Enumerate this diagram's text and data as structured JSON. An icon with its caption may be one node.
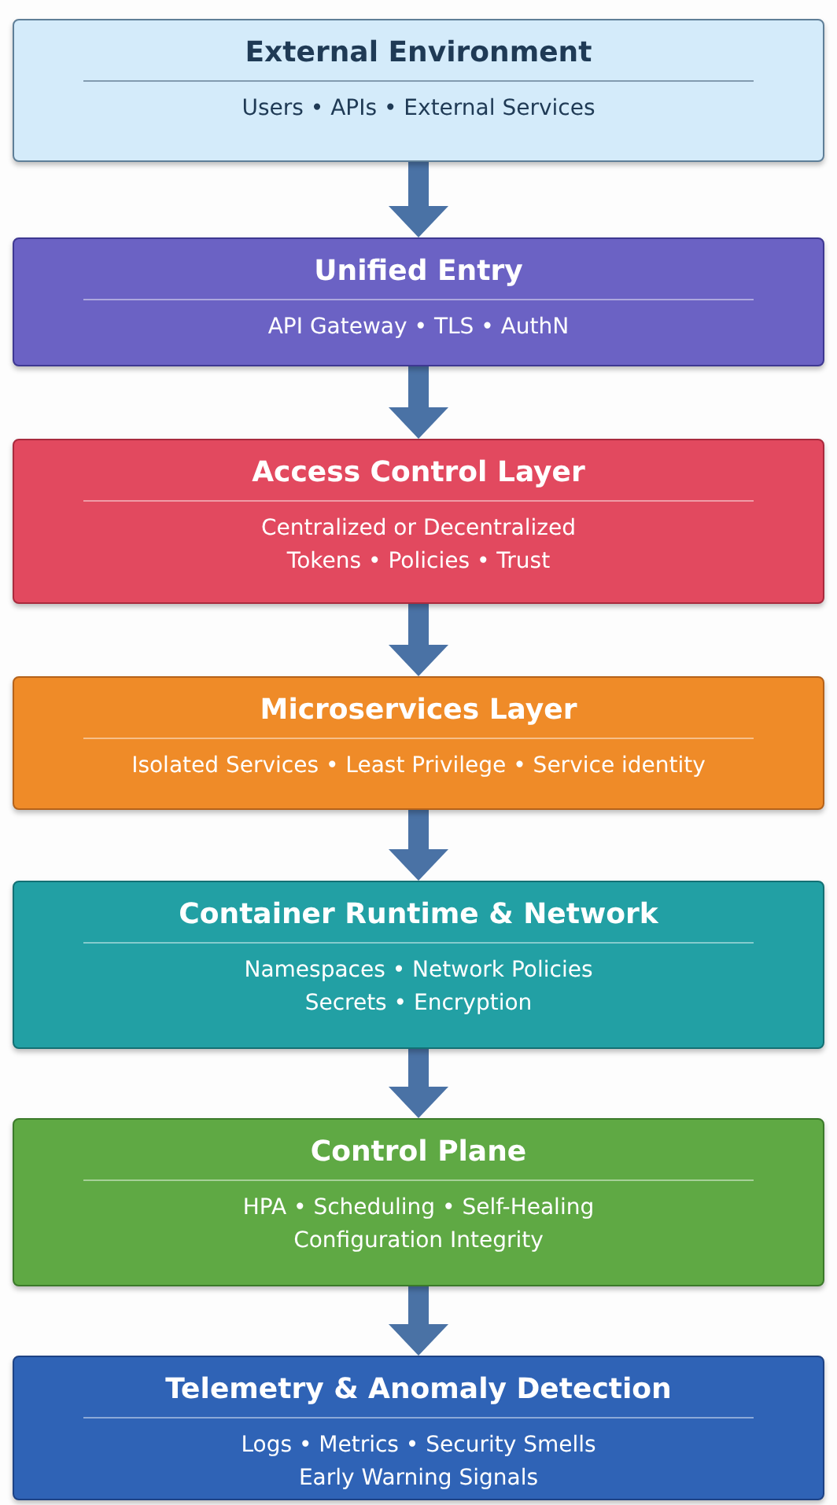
{
  "diagram": {
    "nodes": [
      {
        "text": [
          "External Environment",
          "Users • APIs • External Services"
        ]
      },
      {
        "text": [
          "Unified Entry",
          "API Gateway • TLS • AuthN"
        ]
      },
      {
        "text": [
          "Access Control Layer",
          "Centralized or Decentralized",
          "Tokens • Policies • Trust"
        ]
      },
      {
        "text": [
          "Microservices Layer",
          "Isolated Services • Least Privilege • Service identity"
        ]
      },
      {
        "text": [
          "Container Runtime & Network",
          "Namespaces • Network Policies",
          "Secrets • Encryption"
        ]
      },
      {
        "text": [
          "Control Plane",
          "HPA • Scheduling • Self-Healing",
          "Configuration Integrity"
        ]
      },
      {
        "text": [
          "Telemetry & Anomaly Detection",
          "Logs • Metrics • Security Smells",
          "Early Warning Signals"
        ]
      }
    ],
    "edges": [
      {
        "from": 0,
        "to": 1,
        "arrow": "to"
      },
      {
        "from": 1,
        "to": 2,
        "arrow": "to"
      },
      {
        "from": 2,
        "to": 3,
        "arrow": "to"
      },
      {
        "from": 3,
        "to": 4,
        "arrow": "to"
      },
      {
        "from": 4,
        "to": 5,
        "arrow": "to"
      },
      {
        "from": 5,
        "to": 6,
        "arrow": "to"
      }
    ]
  }
}
